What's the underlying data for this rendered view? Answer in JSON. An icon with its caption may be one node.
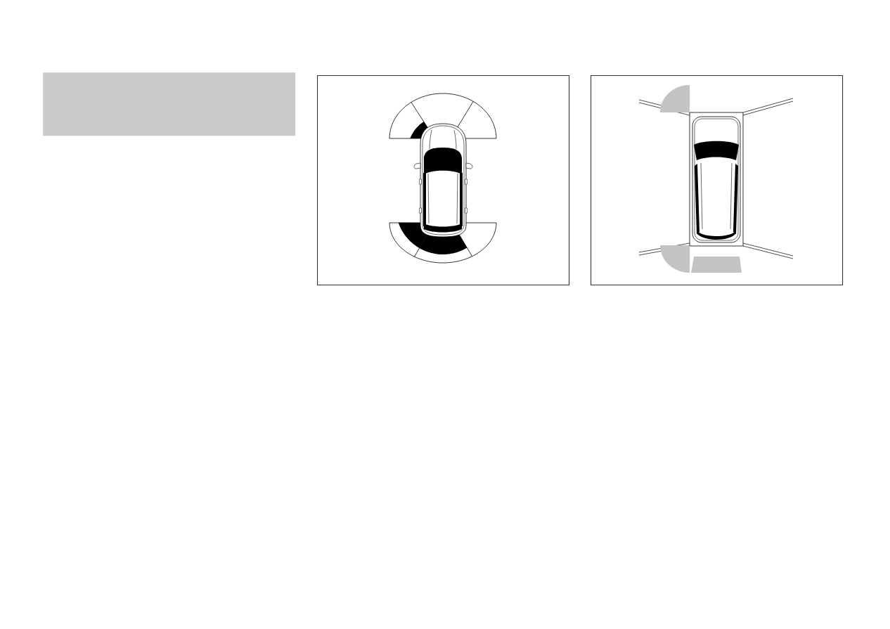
{
  "diagram": {
    "nodes": [
      {
        "text": [],
        "shape": "box"
      },
      {
        "text": [],
        "shape": "picture"
      },
      {
        "text": [],
        "shape": "picture"
      }
    ]
  }
}
